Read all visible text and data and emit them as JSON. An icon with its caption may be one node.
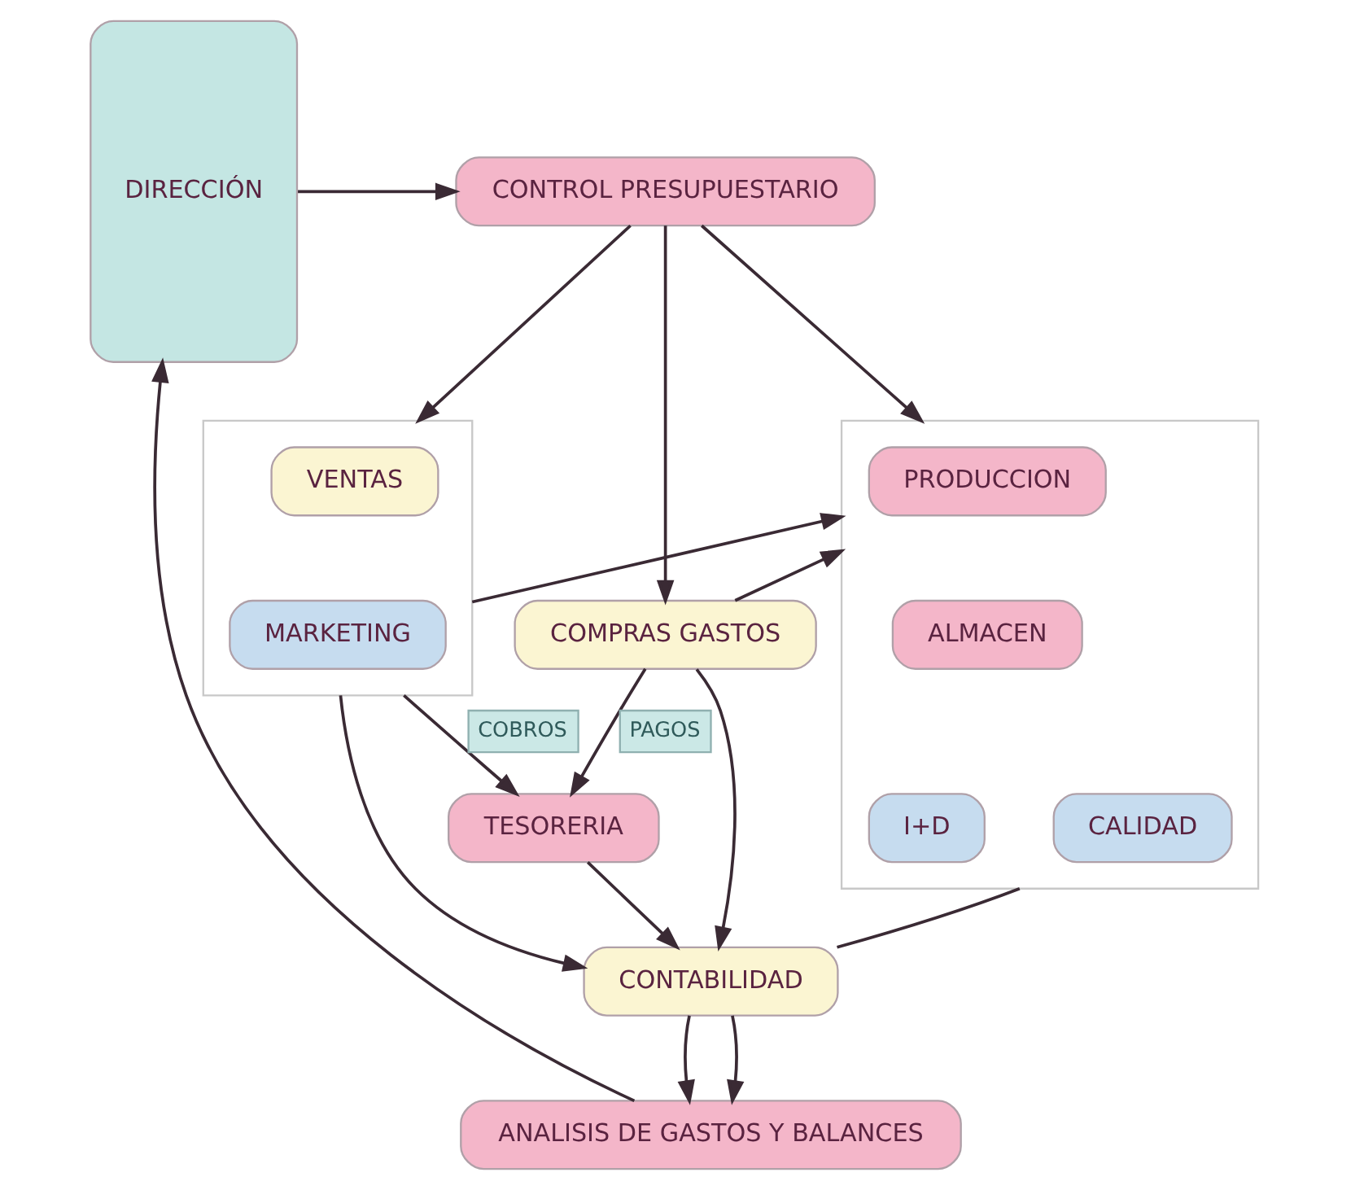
{
  "diagram": {
    "nodes": [
      {
        "text": [
          "DIRECCIÓN"
        ]
      },
      {
        "text": [
          "CONTROL PRESUPUESTARIO"
        ]
      },
      {
        "text": [
          "COMPRAS GASTOS"
        ]
      },
      {
        "text": [],
        "shape": "box"
      },
      {
        "text": [
          "PRODUCCION"
        ],
        "in": 3
      },
      {
        "text": [
          "ALMACEN"
        ],
        "in": 3
      },
      {
        "text": [
          "I+D"
        ],
        "in": 3
      },
      {
        "text": [
          "CALIDAD"
        ],
        "in": 3
      },
      {
        "text": [],
        "shape": "box"
      },
      {
        "text": [
          "VENTAS"
        ],
        "in": 8
      },
      {
        "text": [
          "MARKETING"
        ],
        "in": 8
      },
      {
        "text": [
          "TESORERIA"
        ]
      },
      {
        "text": [
          "CONTABILIDAD"
        ]
      },
      {
        "text": [
          "ANALISIS DE GASTOS Y BALANCES"
        ]
      }
    ],
    "edges": [
      {
        "from": 0,
        "to": 1,
        "arrow": "to"
      },
      {
        "from": 1,
        "to": 2,
        "arrow": "to"
      },
      {
        "from": 1,
        "to": 3,
        "arrow": "to"
      },
      {
        "from": 1,
        "to": 8,
        "arrow": "to"
      },
      {
        "from": 2,
        "to": 3,
        "arrow": "to"
      },
      {
        "from": 8,
        "to": 3,
        "arrow": "to"
      },
      {
        "from": 2,
        "to": 11,
        "arrow": "to",
        "label": "PAGOS"
      },
      {
        "from": 8,
        "to": 11,
        "arrow": "to",
        "label": "COBROS"
      },
      {
        "from": 2,
        "to": 12,
        "arrow": "to"
      },
      {
        "from": 3,
        "to": 12,
        "arrow": "none"
      },
      {
        "from": 8,
        "to": 12,
        "arrow": "to"
      },
      {
        "from": 11,
        "to": 12,
        "arrow": "to"
      },
      {
        "from": 12,
        "to": 13,
        "arrow": "to"
      },
      {
        "from": 12,
        "to": 13,
        "arrow": "to"
      },
      {
        "from": 13,
        "to": 0,
        "arrow": "to"
      }
    ]
  }
}
